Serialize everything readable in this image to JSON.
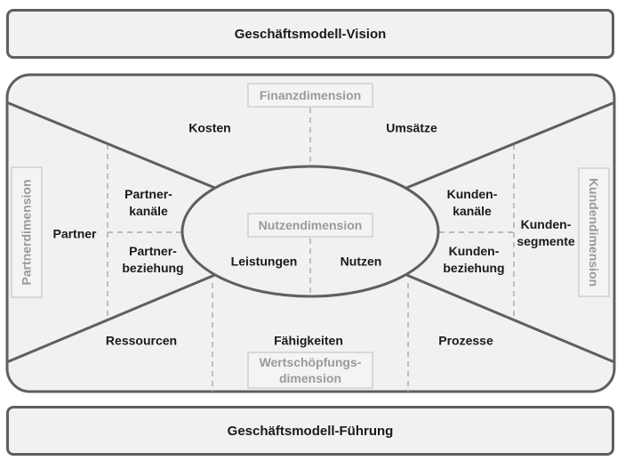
{
  "top_bar": {
    "label": "Geschäftsmodell-Vision"
  },
  "bottom_bar": {
    "label": "Geschäftsmodell-Führung"
  },
  "dimensions": {
    "finanz": "Finanzdimension",
    "nutzen": "Nutzendimension",
    "wertschoepfung": "Wertschöpfungs-\ndimension",
    "partner": "Partnerdimension",
    "kunde": "Kundendimension"
  },
  "fields": {
    "kosten": "Kosten",
    "umsaetze": "Umsätze",
    "partner": "Partner",
    "partner_kanaele": "Partner-\nkanäle",
    "partner_beziehung": "Partner-\nbeziehung",
    "leistungen": "Leistungen",
    "nutzen": "Nutzen",
    "kunden_kanaele": "Kunden-\nkanäle",
    "kunden_beziehung": "Kunden-\nbeziehung",
    "kunden_segmente": "Kunden-\nsegmente",
    "ressourcen": "Ressourcen",
    "faehigkeiten": "Fähigkeiten",
    "prozesse": "Prozesse"
  },
  "colors": {
    "frame_stroke": "#5f5f5f",
    "frame_fill": "#f1f1f1",
    "dashed_line": "#a8a8a8",
    "dimension_text": "#9a9a9a",
    "label_text": "#1a1a1a"
  }
}
